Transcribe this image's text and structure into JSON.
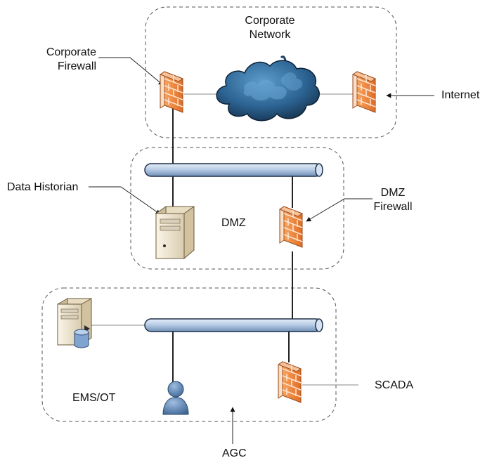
{
  "zones": {
    "corporate": {
      "label_line1": "Corporate",
      "label_line2": "Network"
    },
    "dmz": {
      "label": "DMZ"
    },
    "ems": {
      "label": "EMS/OT"
    }
  },
  "callouts": {
    "corporate_firewall": {
      "line1": "Corporate",
      "line2": "Firewall"
    },
    "internet": {
      "label": "Internet"
    },
    "data_historian": {
      "label": "Data Historian"
    },
    "dmz_firewall": {
      "line1": "DMZ",
      "line2": "Firewall"
    },
    "scada": {
      "label": "SCADA"
    },
    "agc": {
      "label": "AGC"
    }
  },
  "colors": {
    "firewall_face": "#f08a44",
    "firewall_edge": "#b0551e",
    "bus_fill": "#b9cde6",
    "bus_edge": "#1d2f4a",
    "cloud_fill": "#2f6a98",
    "zone_border": "#555555",
    "server_body": "#f1e7d2",
    "user_fill": "#5b86b8"
  },
  "icons": {
    "firewall": "brick-firewall-icon",
    "cloud": "cloud-icon",
    "server": "server-icon",
    "database_server": "database-server-icon",
    "user": "user-icon",
    "bus": "network-bus-icon"
  }
}
